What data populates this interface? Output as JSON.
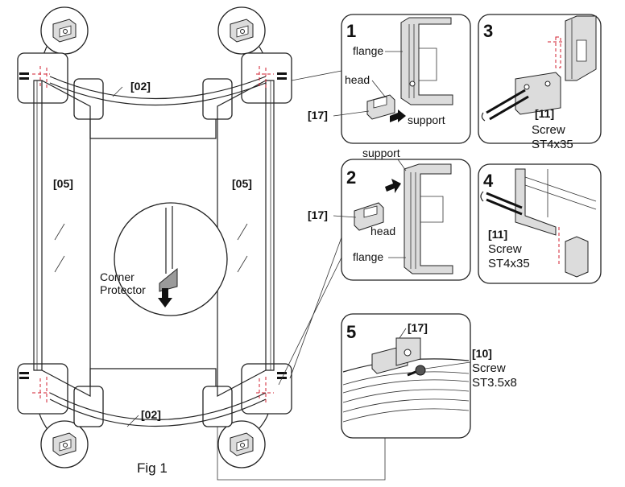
{
  "figure": {
    "caption": "Fig 1"
  },
  "main": {
    "part_02_top": "[02]",
    "part_02_bottom": "[02]",
    "part_05_left": "[05]",
    "part_05_right": "[05]",
    "corner_protector_line1": "Corner",
    "corner_protector_line2": "Protector"
  },
  "steps": [
    {
      "number": "1",
      "labels": {
        "flange": "flange",
        "head": "head",
        "part": "[17]",
        "support": "support"
      }
    },
    {
      "number": "2",
      "labels": {
        "support": "support",
        "part": "[17]",
        "head": "head",
        "flange": "flange"
      }
    },
    {
      "number": "3",
      "labels": {
        "part": "[11]",
        "screw": "Screw",
        "size": "ST4x35"
      }
    },
    {
      "number": "4",
      "labels": {
        "part": "[11]",
        "screw": "Screw",
        "size": "ST4x35"
      }
    },
    {
      "number": "5",
      "labels": {
        "part": "[17]",
        "part2": "[10]",
        "screw": "Screw",
        "size": "ST3.5x8"
      }
    }
  ],
  "colors": {
    "line": "#222222",
    "dash": "#d21f2f",
    "grey": "#9a9a9a"
  }
}
